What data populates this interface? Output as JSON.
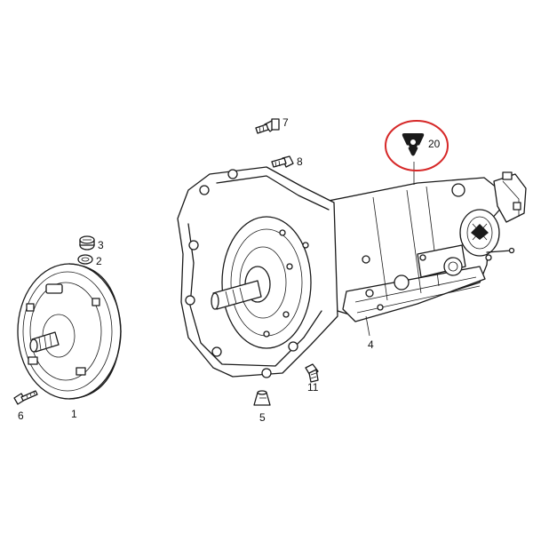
{
  "callouts": {
    "p1": "1",
    "p2": "2",
    "p3": "3",
    "p4": "4",
    "p5": "5",
    "p6": "6",
    "p7": "7",
    "p8": "8",
    "p11": "11",
    "p20": "20"
  },
  "colors": {
    "line": "#1a1a1a",
    "highlight_circle": "#d62828",
    "background": "#ffffff"
  }
}
